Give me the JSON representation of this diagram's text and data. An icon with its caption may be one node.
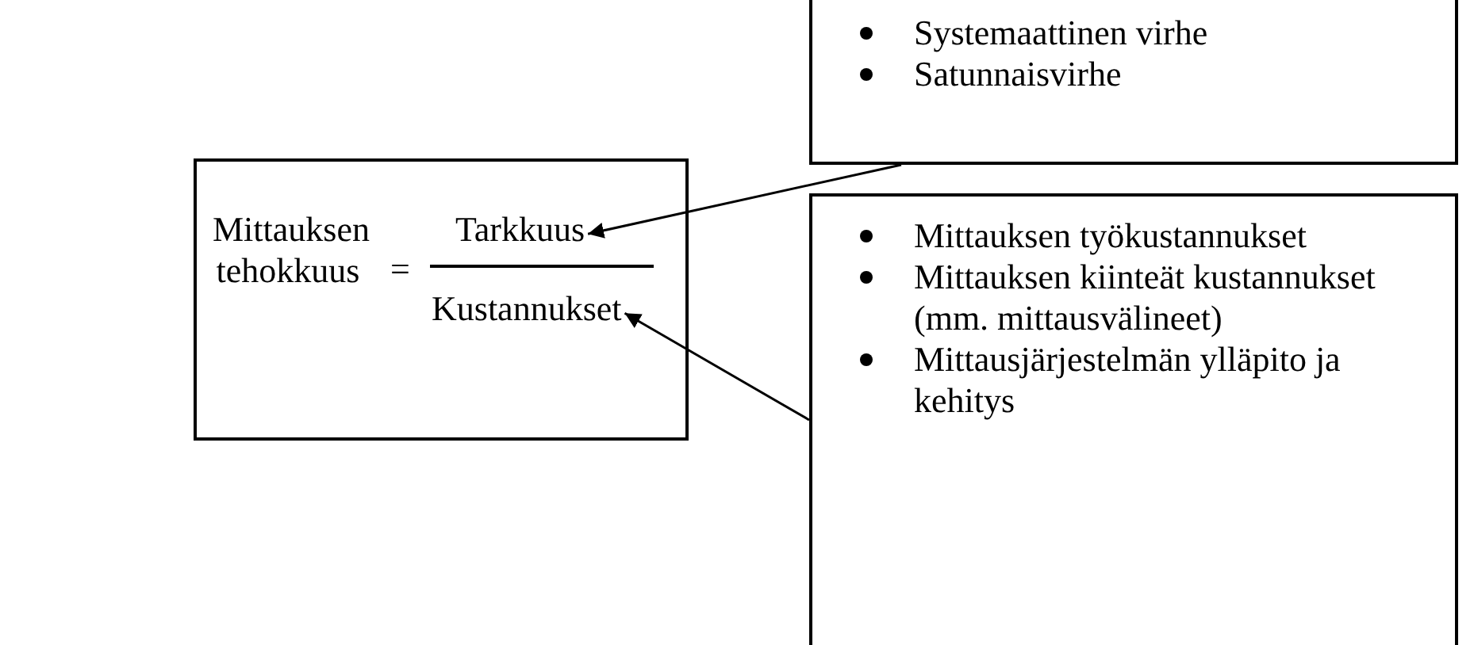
{
  "diagram": {
    "nodes": [
      {
        "text": [
          "Systemaattinen virhe",
          "Satunnaisvirhe"
        ]
      },
      {
        "text": [
          "Mittauksen tehokkuus",
          "="
        ]
      },
      {
        "text": [
          "Tarkkuus"
        ],
        "in": 1
      },
      {
        "text": [
          "Kustannukset"
        ],
        "in": 1
      },
      {
        "text": [
          "Mittauksen työkustannukset",
          "Mittauksen kiinteät kustannukset (mm. mittausvälineet)",
          "Mittausjärjestelmän ylläpito ja kehitys"
        ]
      }
    ],
    "edges": [
      {
        "from": 0,
        "to": 2,
        "arrow": "to"
      },
      {
        "from": 4,
        "to": 3,
        "arrow": "to"
      }
    ]
  }
}
